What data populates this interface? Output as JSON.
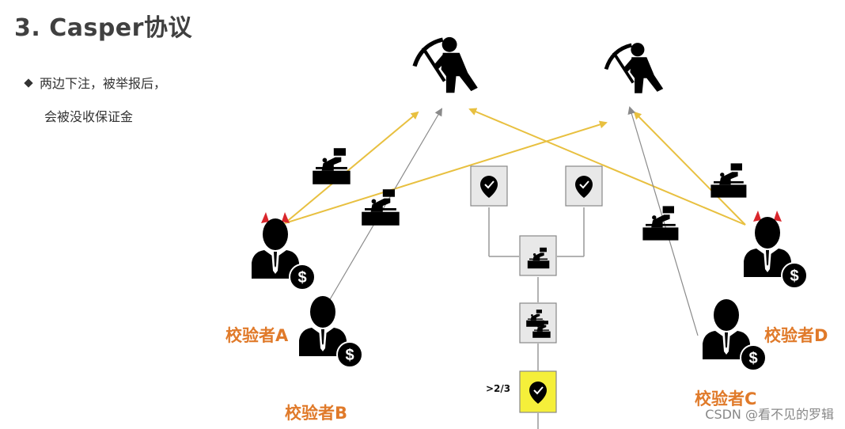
{
  "slide": {
    "title": "3. Casper协议",
    "bullet_line1": "两边下注，被举报后，",
    "bullet_line2": "会被没收保证金"
  },
  "diagram": {
    "validators": {
      "a": "校验者A",
      "b": "校验者B",
      "c": "校验者C",
      "d": "校验者D"
    },
    "threshold_label": ">2/3"
  },
  "watermark": "CSDN @看不见的罗辑",
  "colors": {
    "title": "#404040",
    "validator_label": "#e07a2a",
    "arrow_yellow": "#e8c040",
    "arrow_gray": "#8a8a8a",
    "horn_red": "#d9262c",
    "box_gray": "#e8e8e8",
    "box_yellow": "#f5ef3a"
  }
}
